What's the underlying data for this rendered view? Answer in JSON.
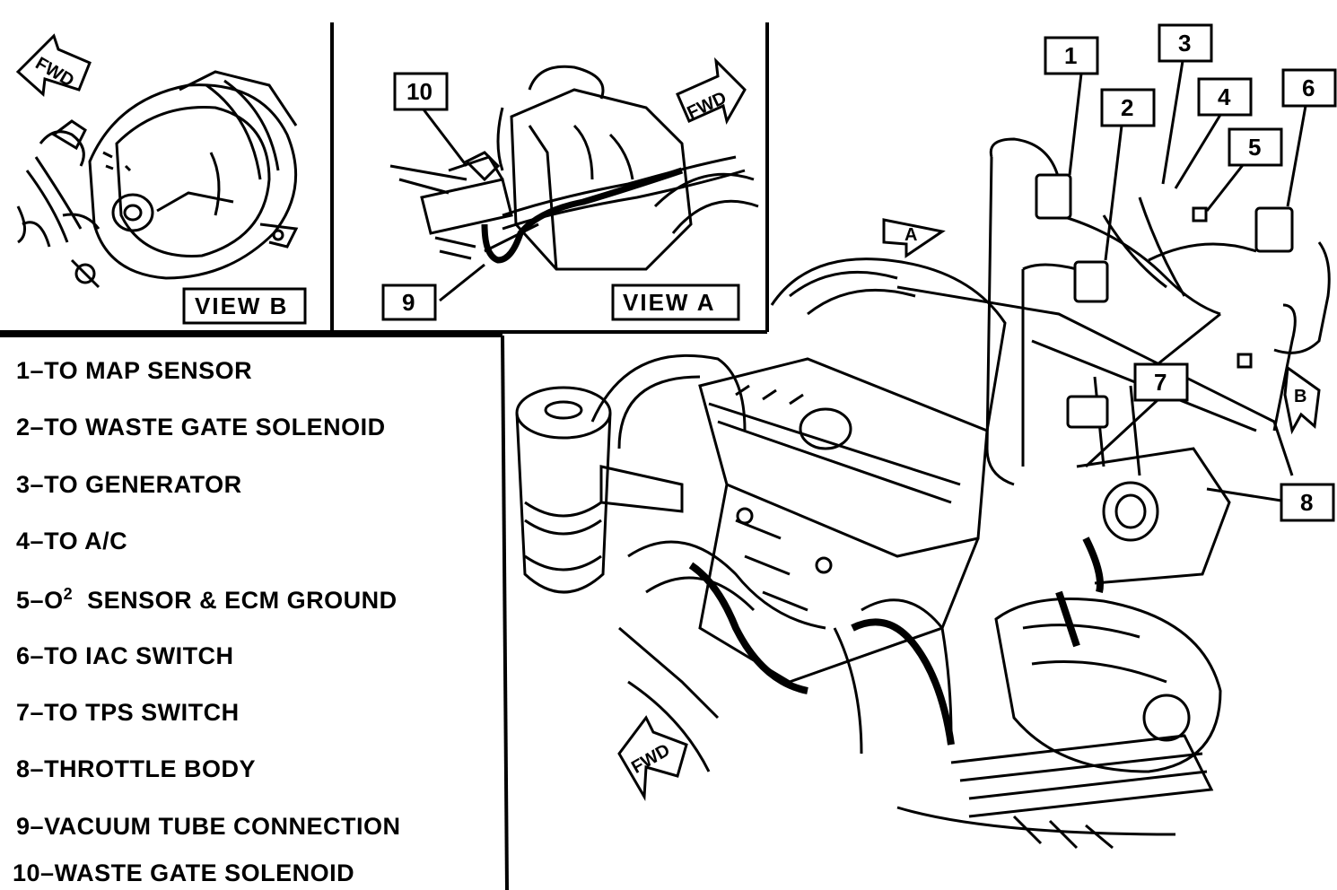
{
  "views": {
    "view_b": "VIEW  B",
    "view_a": "VIEW  A"
  },
  "fwd_label": "FWD",
  "view_arrows": {
    "a": "A",
    "b": "B"
  },
  "callouts": [
    "1",
    "2",
    "3",
    "4",
    "5",
    "6",
    "7",
    "8",
    "9",
    "10"
  ],
  "legend": [
    {
      "num": "1",
      "text": "TO MAP SENSOR"
    },
    {
      "num": "2",
      "text": "TO WASTE GATE SOLENOID"
    },
    {
      "num": "3",
      "text": "TO GENERATOR"
    },
    {
      "num": "4",
      "text": "TO A/C"
    },
    {
      "num": "5",
      "text": "O",
      "sup": "2",
      "rest": "  SENSOR & ECM GROUND"
    },
    {
      "num": "6",
      "text": "TO IAC SWITCH"
    },
    {
      "num": "7",
      "text": "TO TPS SWITCH"
    },
    {
      "num": "8",
      "text": "THROTTLE BODY"
    },
    {
      "num": "9",
      "text": "VACUUM TUBE CONNECTION"
    },
    {
      "num": "10",
      "text": "WASTE GATE SOLENOID"
    }
  ],
  "colors": {
    "ink": "#000000",
    "paper": "#ffffff"
  }
}
